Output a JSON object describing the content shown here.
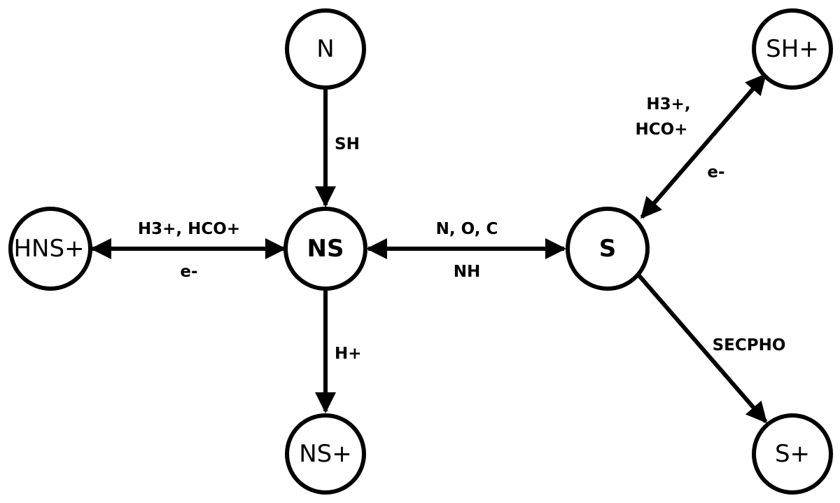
{
  "nodes": {
    "n": "N",
    "hns_plus": "HNS+",
    "ns": "NS",
    "ns_plus": "NS+",
    "s": "S",
    "sh_plus": "SH+",
    "s_plus": "S+"
  },
  "edges": {
    "n_to_ns": {
      "label": "SH"
    },
    "hns_ns": {
      "label_top": "H3+, HCO+",
      "label_bottom": "e-"
    },
    "ns_s": {
      "label_top": "N, O, C",
      "label_bottom": "NH"
    },
    "ns_to_ns_plus": {
      "label": "H+"
    },
    "s_sh_plus": {
      "label_line1": "H3+,",
      "label_line2": "HCO+",
      "label_side": "e-"
    },
    "s_to_s_plus": {
      "label": "SECPHO"
    }
  }
}
